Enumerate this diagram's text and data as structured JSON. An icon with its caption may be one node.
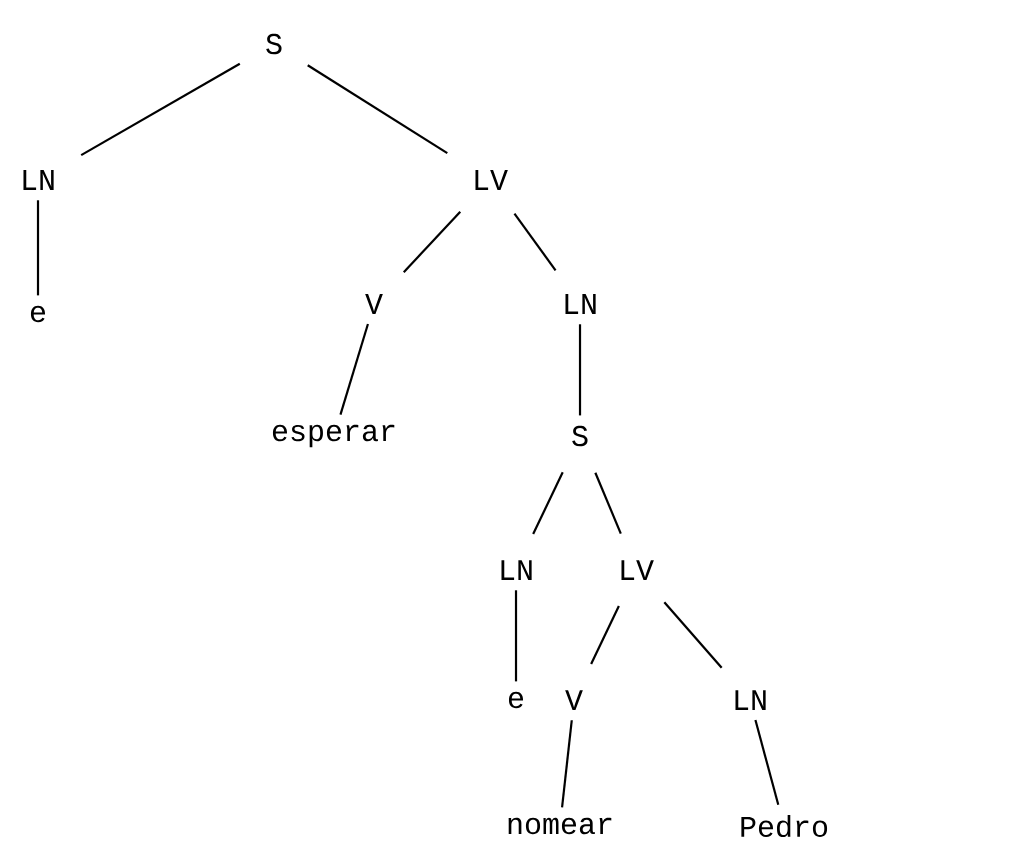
{
  "diagram": {
    "nodes": [
      {
        "text": [
          "S"
        ]
      },
      {
        "text": [
          "LN"
        ]
      },
      {
        "text": [
          "e"
        ]
      },
      {
        "text": [
          "LV"
        ]
      },
      {
        "text": [
          "V"
        ]
      },
      {
        "text": [
          "esperar"
        ]
      },
      {
        "text": [
          "LN"
        ]
      },
      {
        "text": [
          "S"
        ]
      },
      {
        "text": [
          "LN"
        ]
      },
      {
        "text": [
          "e"
        ]
      },
      {
        "text": [
          "LV"
        ]
      },
      {
        "text": [
          "V"
        ]
      },
      {
        "text": [
          "nomear"
        ]
      },
      {
        "text": [
          "LN"
        ]
      },
      {
        "text": [
          "Pedro"
        ]
      }
    ],
    "edges": [
      {
        "from": 0,
        "to": 1,
        "arrow": "none"
      },
      {
        "from": 1,
        "to": 2,
        "arrow": "none"
      },
      {
        "from": 0,
        "to": 3,
        "arrow": "none"
      },
      {
        "from": 3,
        "to": 4,
        "arrow": "none"
      },
      {
        "from": 4,
        "to": 5,
        "arrow": "none"
      },
      {
        "from": 3,
        "to": 6,
        "arrow": "none"
      },
      {
        "from": 6,
        "to": 7,
        "arrow": "none"
      },
      {
        "from": 7,
        "to": 8,
        "arrow": "none"
      },
      {
        "from": 8,
        "to": 9,
        "arrow": "none"
      },
      {
        "from": 7,
        "to": 10,
        "arrow": "none"
      },
      {
        "from": 10,
        "to": 11,
        "arrow": "none"
      },
      {
        "from": 11,
        "to": 12,
        "arrow": "none"
      },
      {
        "from": 10,
        "to": 13,
        "arrow": "none"
      },
      {
        "from": 13,
        "to": 14,
        "arrow": "none"
      }
    ]
  }
}
